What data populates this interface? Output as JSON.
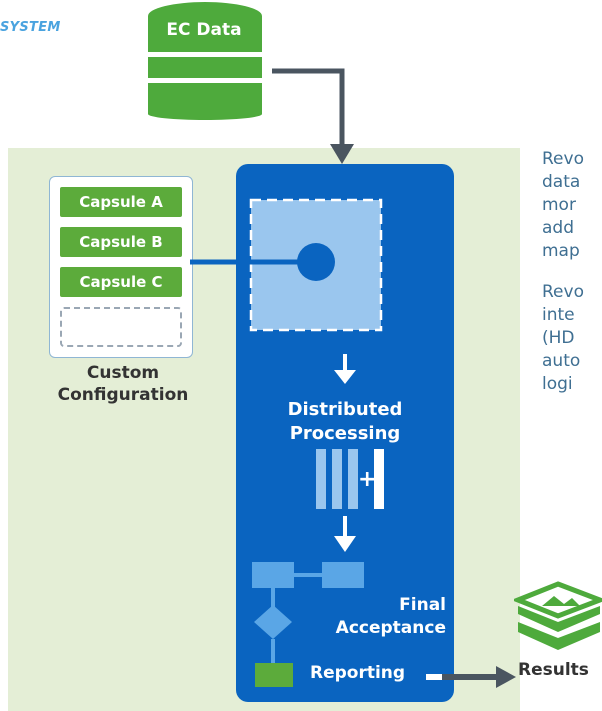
{
  "header": {
    "system_label": "SYSTEM"
  },
  "ec_data": {
    "label": "EC Data"
  },
  "capsules": {
    "items": [
      {
        "label": "Capsule A"
      },
      {
        "label": "Capsule B"
      },
      {
        "label": "Capsule C"
      }
    ],
    "config_line1": "Custom",
    "config_line2": "Configuration"
  },
  "pipeline": {
    "distributed_line1": "Distributed",
    "distributed_line2": "Processing",
    "plus_sign": "+",
    "final_line1": "Final",
    "final_line2": "Acceptance",
    "reporting": "Reporting"
  },
  "results": {
    "label": "Results"
  },
  "side_text": {
    "para1": [
      "Revo",
      "data",
      "mor",
      "add",
      "map"
    ],
    "para2": [
      "Revo",
      "inte",
      "(HD",
      "auto",
      "logi"
    ]
  },
  "colors": {
    "green_panel": "#e4eed6",
    "blue_panel": "#0a64c0",
    "capsule_green": "#5cab3b",
    "db_green": "#4eaa3c",
    "accent_blue": "#4aa3df"
  }
}
